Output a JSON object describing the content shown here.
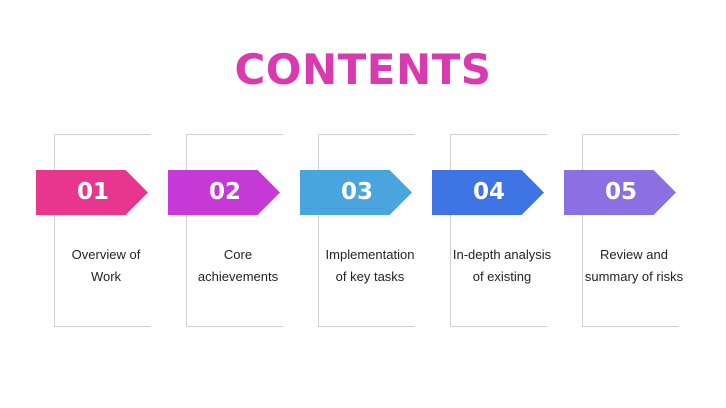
{
  "title": "CONTENTS",
  "items": [
    {
      "number": "01",
      "line1": "Overview of",
      "line2": "Work",
      "color": "#e8368f"
    },
    {
      "number": "02",
      "line1": "Core",
      "line2": "achievements",
      "color": "#c53ad6"
    },
    {
      "number": "03",
      "line1": "Implementation",
      "line2": "of key tasks",
      "color": "#4aa4de"
    },
    {
      "number": "04",
      "line1": "In-depth analysis",
      "line2": "of existing",
      "color": "#3f74e4"
    },
    {
      "number": "05",
      "line1": "Review and",
      "line2": "summary of risks",
      "color": "#8b6fe3"
    }
  ]
}
